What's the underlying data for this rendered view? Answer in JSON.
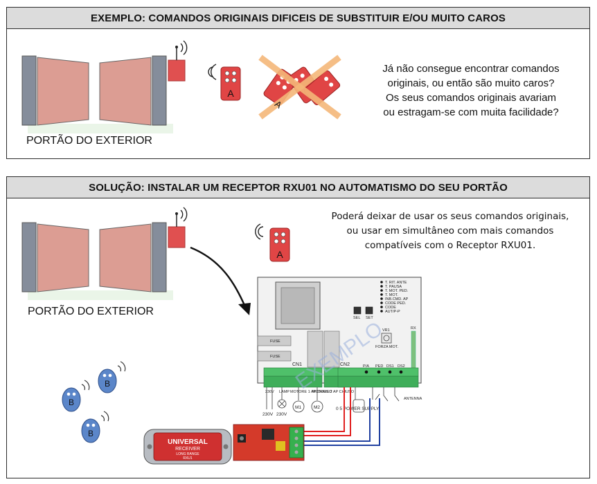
{
  "panel1": {
    "title": "EXEMPLO: COMANDOS ORIGINAIS DIFICEIS DE SUBSTITUIR E/OU MUITO CAROS",
    "gate_label": "PORTÃO DO EXTERIOR",
    "remote_letter": "A",
    "crossed_remote_letter": "A",
    "message_lines": [
      "Já não consegue encontrar comandos",
      "originais, ou então são muito caros?",
      "Os seus comandos originais avariam",
      "ou estragam-se com muita facilidade?"
    ]
  },
  "panel2": {
    "title": "SOLUÇÃO: INSTALAR UM RECEPTOR RXU01 NO AUTOMATISMO DO SEU PORTÃO",
    "gate_label": "PORTÃO DO EXTERIOR",
    "remote_letter": "A",
    "message_lines": [
      "Poderá deixar de usar os seus comandos originais,",
      "ou usar em simultâneo com mais comandos",
      "compatíveis com o Receptor RXU01."
    ],
    "small_remote_letters": [
      "B",
      "B",
      "B"
    ],
    "board": {
      "watermark": "EXEMPLO",
      "function_labels": [
        "T. RIT. ANTE",
        "T. PAUSA",
        "T. MOT. PED.",
        "T. MOT.",
        "INB.CMD. AP",
        "CODE PED.",
        "CODE",
        "AUT/P-P"
      ],
      "sel_label": "SEL",
      "set_label": "SET",
      "vr1_label": "VR1",
      "forza_label": "FORZA MOT.",
      "fuse_labels": [
        "FUSE",
        "FUSE"
      ],
      "cn1_label": "CN1",
      "cn2_label": "CN2",
      "rx_label": "RX",
      "terminal_groups": [
        "230V",
        "LAMP",
        "MOTORE 1 AP CHIUSO",
        "MOTORE 2 AP CHIUSO"
      ],
      "symbol_labels": [
        "230V",
        "230V",
        "M1",
        "M2"
      ],
      "power_supply_label": "0  5\nPOWER\nSUPPLY",
      "antenna_label": "ANTENNA",
      "input_labels": [
        "P/A",
        "PED",
        "DS1",
        "DS2"
      ]
    },
    "receiver": {
      "brand": "UNIVERSAL",
      "line2": "RECEIVER",
      "line3": "LONG RANGE",
      "line4": "RXU1"
    }
  },
  "colors": {
    "gate_fill": "#dc9d93",
    "gate_post": "#848c9a",
    "motor_red": "#e05050",
    "remote_red": "#e04545",
    "remote_blue": "#5b86c9",
    "cross": "#f5c08a",
    "board_bg": "#f2f2f2",
    "terminal_green": "#3fae5a",
    "wire_red": "#e02020",
    "wire_blue": "#2040a0"
  }
}
